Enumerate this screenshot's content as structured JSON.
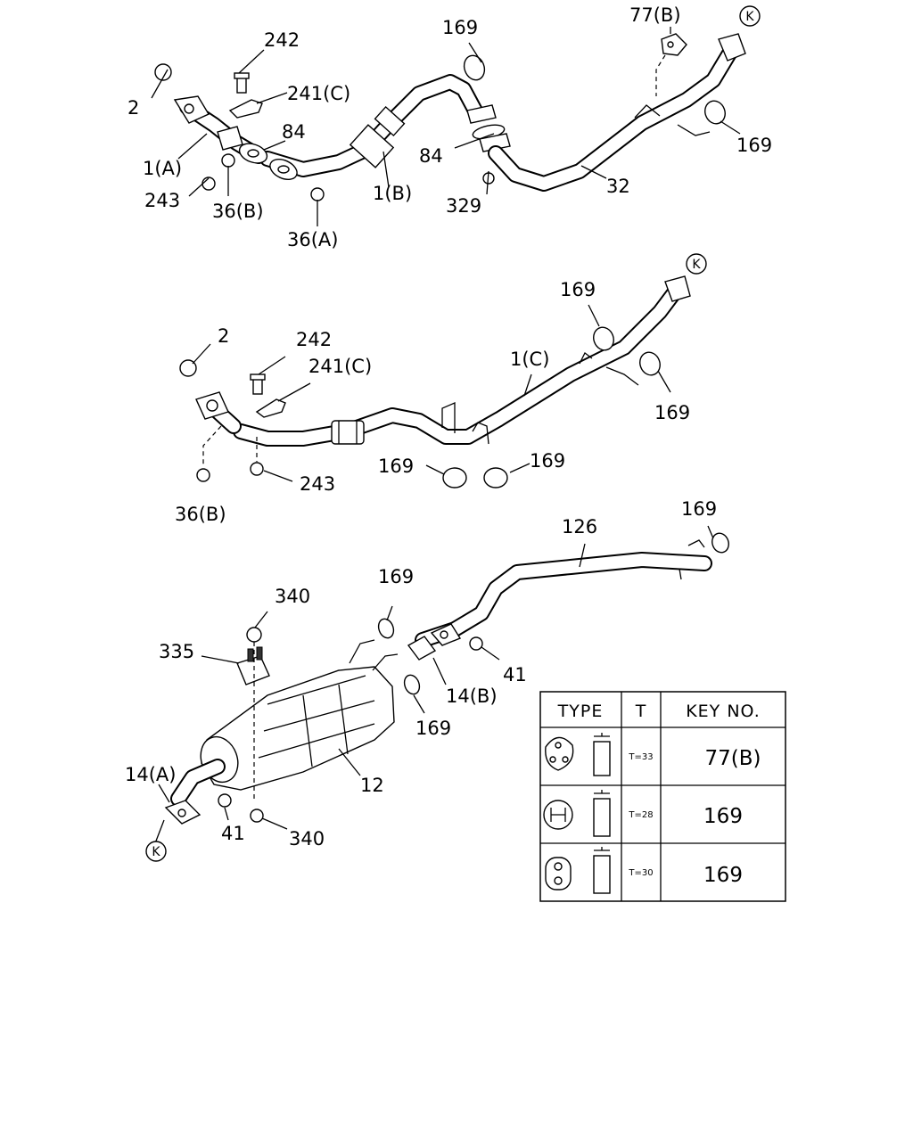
{
  "diagram": {
    "group_top": {
      "callouts": [
        "2",
        "242",
        "241(C)",
        "84",
        "1(A)",
        "243",
        "36(B)",
        "36(A)",
        "1(B)",
        "169",
        "84",
        "329",
        "32",
        "77(B)",
        "169"
      ],
      "connector": "K"
    },
    "group_middle": {
      "callouts": [
        "2",
        "242",
        "241(C)",
        "169",
        "1(C)",
        "169",
        "169",
        "169",
        "243",
        "36(B)"
      ],
      "connector": "K"
    },
    "group_bottom": {
      "callouts": [
        "169",
        "126",
        "340",
        "169",
        "335",
        "41",
        "14(B)",
        "169",
        "12",
        "14(A)",
        "41",
        "340"
      ],
      "connector": "K"
    }
  },
  "table": {
    "headers": [
      "TYPE",
      "T",
      "KEY NO."
    ],
    "rows": [
      {
        "t": "T=33",
        "key": "77(B)",
        "icon": "three-hole-mount-icon"
      },
      {
        "t": "T=28",
        "key": "169",
        "icon": "h-slot-mount-icon"
      },
      {
        "t": "T=30",
        "key": "169",
        "icon": "two-hole-mount-icon"
      }
    ]
  }
}
